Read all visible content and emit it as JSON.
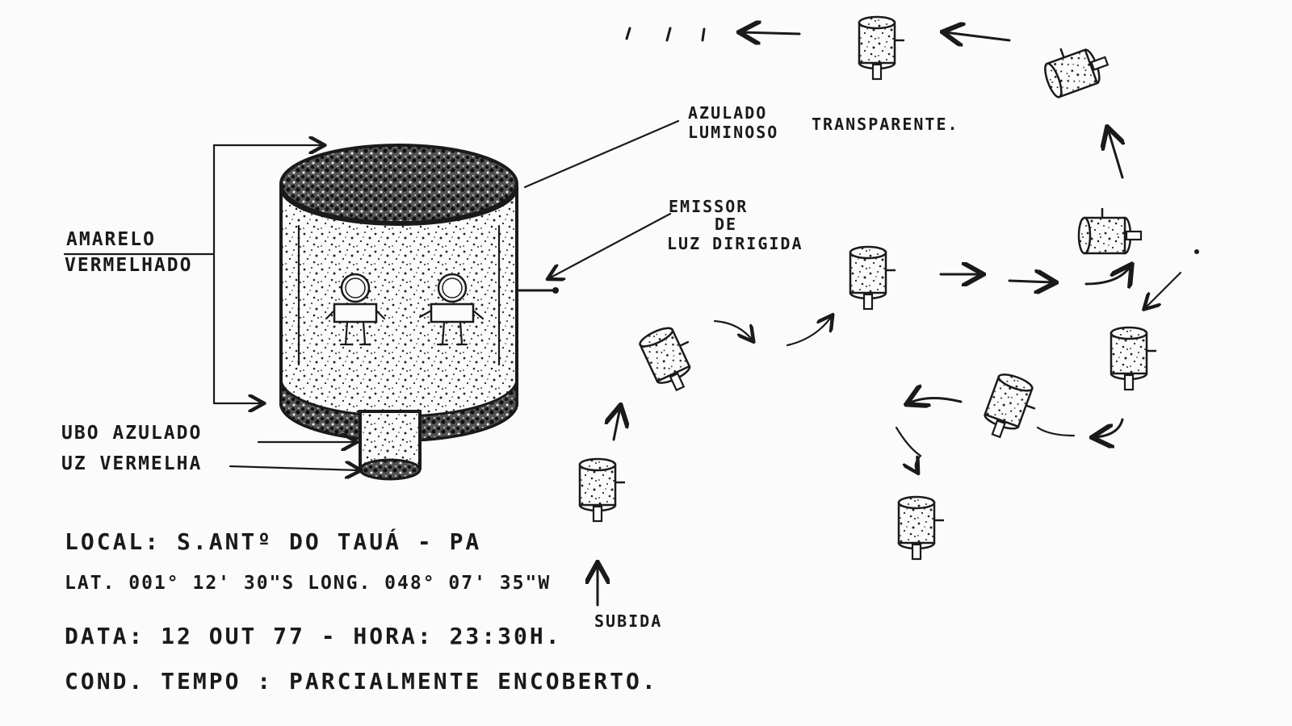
{
  "labels": {
    "amarelo": "AMARELO",
    "vermelhado": "VERMELHADO",
    "azulado": "AZULADO",
    "transparente": "TRANSPARENTE.",
    "luminoso": "LUMINOSO",
    "emissor": "EMISSOR",
    "de": "DE",
    "luz_dirigida": "LUZ DIRIGIDA",
    "tubo_azulado": "UBO AZULADO",
    "luz_vermelha": "UZ VERMELHA",
    "subida": "SUBIDA"
  },
  "info": {
    "local": "LOCAL: S.ANTº DO TAUÁ - PA",
    "coords": "LAT. 001° 12' 30\"S  LONG. 048° 07' 35\"W",
    "data": "DATA: 12 OUT 77 - HORA: 23:30H.",
    "tempo": "COND. TEMPO : PARCIALMENTE  ENCOBERTO."
  },
  "ink_color": "#1a1a1a",
  "paper_color": "#fbfbfb"
}
